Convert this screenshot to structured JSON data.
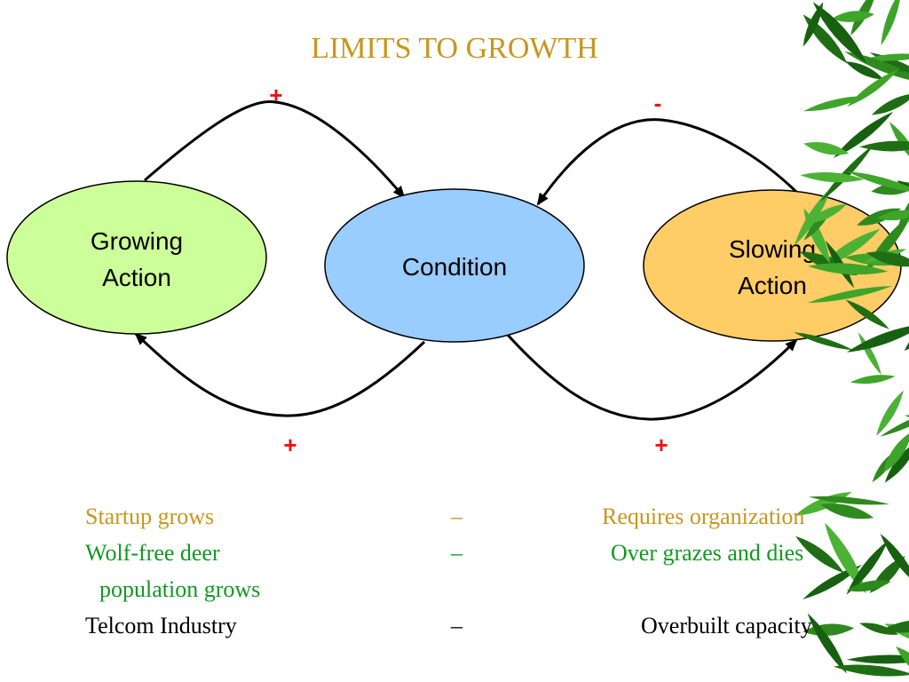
{
  "title": "LIMITS TO GROWTH",
  "nodes": {
    "growing": {
      "line1": "Growing",
      "line2": "Action",
      "fill": "#ccff99"
    },
    "condition": {
      "label": "Condition",
      "fill": "#99ccff"
    },
    "slowing": {
      "line1": "Slowing",
      "line2": "Action",
      "fill": "#ffcc66"
    }
  },
  "signs": {
    "top_left": "+",
    "top_right": "-",
    "bottom_left": "+",
    "bottom_right": "+"
  },
  "examples": [
    {
      "left": "Startup grows",
      "sep": "–",
      "right": "Requires organization",
      "color": "#c8961e"
    },
    {
      "left": "Wolf-free deer",
      "left_cont": "population grows",
      "sep": "–",
      "right": "Over grazes and dies",
      "color": "#119922"
    },
    {
      "left": "Telcom Industry",
      "sep": "–",
      "right": "Overbuilt capacity",
      "color": "#000000"
    }
  ],
  "colors": {
    "title": "#c8961e",
    "sign": "#ee1111",
    "bamboo": "#2e8a1e"
  }
}
